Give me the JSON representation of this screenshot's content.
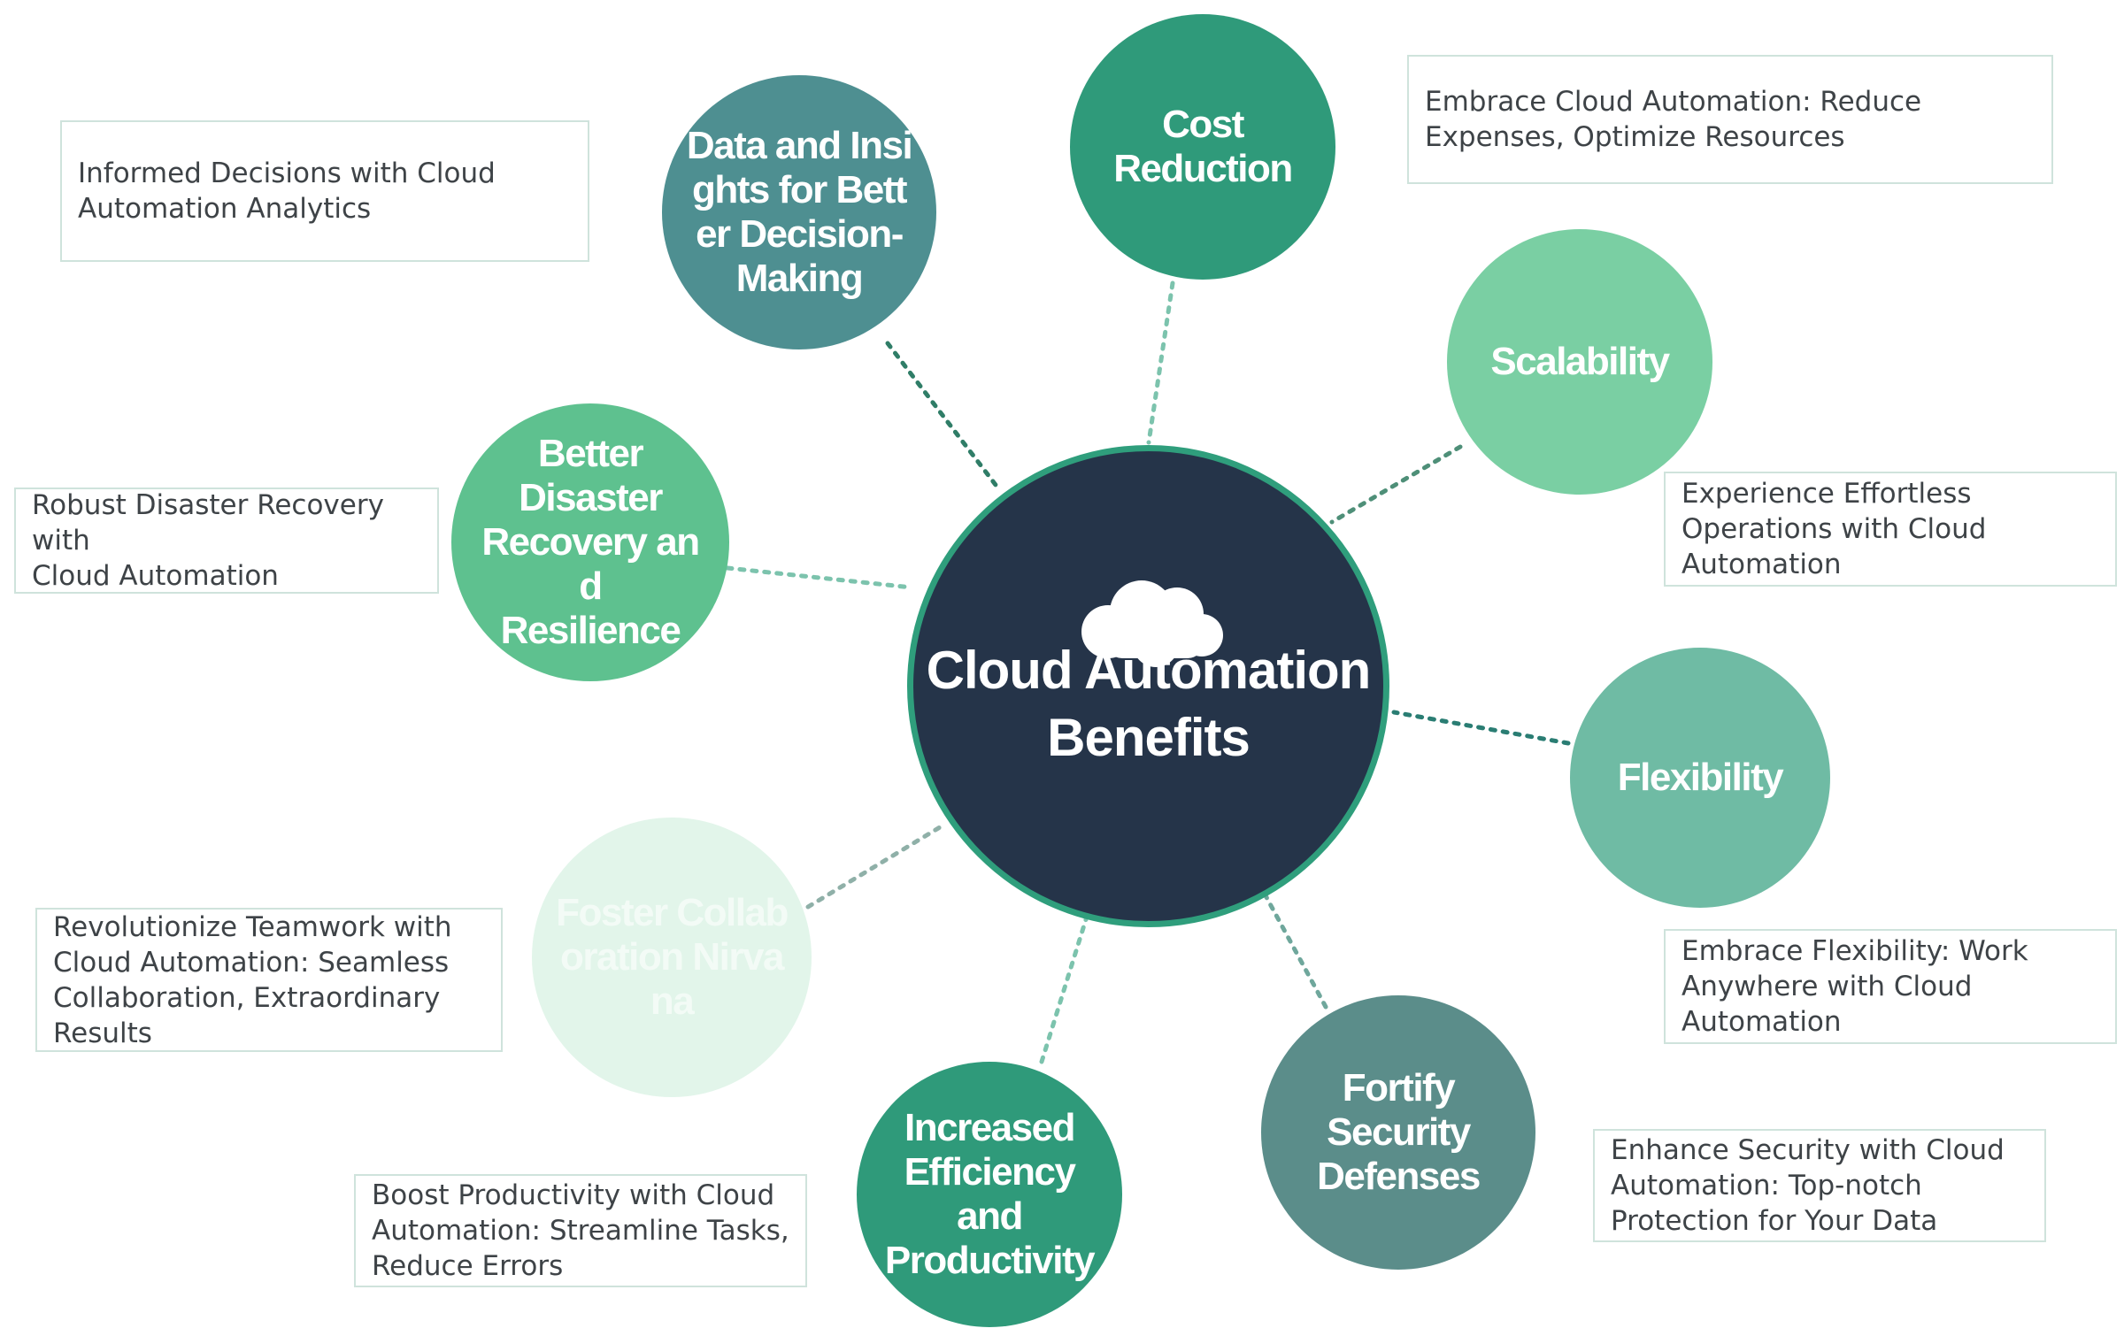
{
  "diagram": {
    "center": {
      "title": "Cloud Automation\nBenefits",
      "icon": "cloud-icon",
      "fill": "#253449",
      "ring": "#2f9e7c"
    },
    "benefits": [
      {
        "id": "data-insights",
        "label": "Data and Insights for Better Decision-Making",
        "fill": "#4e8f91",
        "text_color": "#ffffff",
        "description": "Informed Decisions with Cloud\nAutomation Analytics",
        "connector_color": "#2f7d67"
      },
      {
        "id": "cost-reduction",
        "label": "Cost\nReduction",
        "fill": "#2f9a7a",
        "text_color": "#ffffff",
        "description": "Embrace Cloud Automation: Reduce\nExpenses, Optimize Resources",
        "connector_color": "#7cc3ad"
      },
      {
        "id": "scalability",
        "label": "Scalability",
        "fill": "#7acfa3",
        "text_color": "#ffffff",
        "description": "Experience Effortless\nOperations with Cloud\nAutomation",
        "connector_color": "#4e8f78"
      },
      {
        "id": "flexibility",
        "label": "Flexibility",
        "fill": "#6fbba4",
        "text_color": "#ffffff",
        "description": "Embrace Flexibility: Work\nAnywhere with Cloud\nAutomation",
        "connector_color": "#2a7d73"
      },
      {
        "id": "security",
        "label": "Fortify\nSecurity\nDefenses",
        "fill": "#5b8d8a",
        "text_color": "#ffffff",
        "description": "Enhance Security with Cloud\nAutomation: Top-notch\nProtection for Your Data",
        "connector_color": "#6fa79c"
      },
      {
        "id": "efficiency",
        "label": "Increased\nEfficiency\nand\nProductivity",
        "fill": "#2f9a7a",
        "text_color": "#ffffff",
        "description": "Boost Productivity with Cloud\nAutomation: Streamline Tasks,\nReduce Errors",
        "connector_color": "#7cc3ad"
      },
      {
        "id": "collaboration",
        "label": "Foster Collaboration Nirvana",
        "fill": "#e2f5ea",
        "text_color": "#f3fbf6",
        "description": "Revolutionize Teamwork with\nCloud Automation: Seamless\nCollaboration, Extraordinary\nResults",
        "connector_color": "#8fb0a8"
      },
      {
        "id": "disaster-recovery",
        "label": "Better\nDisaster\nRecovery and\nResilience",
        "fill": "#5ec18f",
        "text_color": "#ffffff",
        "description": "Robust Disaster Recovery with\nCloud Automation",
        "connector_color": "#7cc3ad"
      }
    ]
  }
}
